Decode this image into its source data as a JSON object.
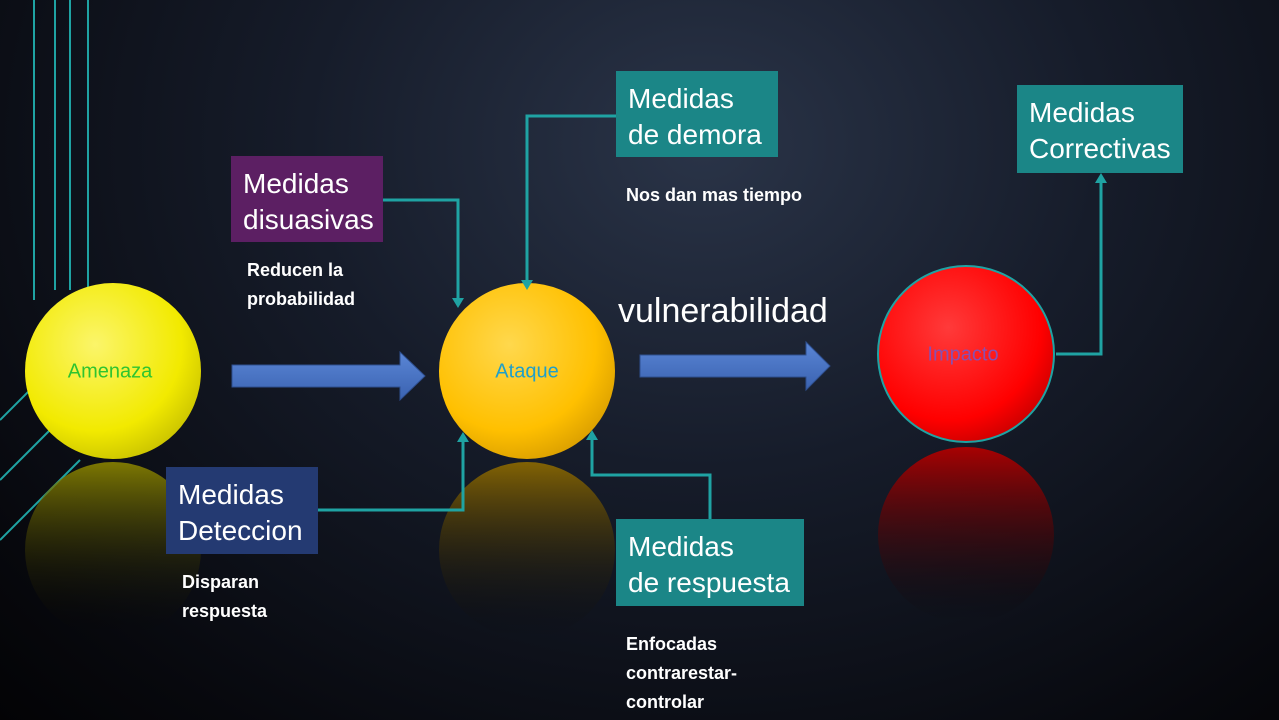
{
  "colors": {
    "connector": "#1fa3a3",
    "amenaza_fill": "#f2ea00",
    "ataque_fill": "#ffc000",
    "impacto_fill": "#ff0000",
    "arrow_fill": "#4472c4",
    "box_teal": "#1b8687",
    "box_purple": "#5c1f63",
    "box_navy": "#243a72"
  },
  "nodes": {
    "amenaza": {
      "label": "Amenaza",
      "color": "#2fc42f"
    },
    "ataque": {
      "label": "Ataque",
      "color": "#1f9fc9"
    },
    "impacto": {
      "label": "Impacto",
      "color": "#8a4fb0"
    }
  },
  "vulnerability_label": "vulnerabilidad",
  "boxes": {
    "disuasivas": {
      "lines": [
        "Medidas",
        "disuasivas"
      ],
      "note": [
        "Reducen la",
        "probabilidad"
      ]
    },
    "demora": {
      "lines": [
        "Medidas",
        "de demora"
      ],
      "note": [
        "Nos dan mas tiempo"
      ]
    },
    "correctivas": {
      "lines": [
        "Medidas",
        "Correctivas"
      ]
    },
    "deteccion": {
      "lines": [
        "Medidas",
        "Deteccion"
      ],
      "note": [
        "Disparan",
        "respuesta"
      ]
    },
    "respuesta": {
      "lines": [
        "Medidas",
        "de respuesta"
      ],
      "note": [
        "Enfocadas",
        "contrarestar-",
        "controlar"
      ]
    }
  }
}
